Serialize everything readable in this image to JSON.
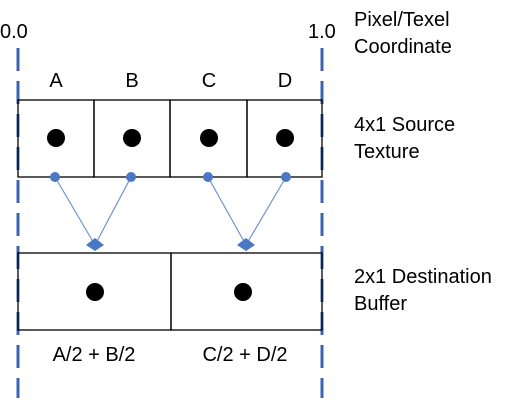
{
  "axis": {
    "left_label": "0.0",
    "right_label": "1.0"
  },
  "side_labels": {
    "coordinate": [
      "Pixel/Texel",
      "Coordinate"
    ],
    "source": [
      "4x1 Source",
      "Texture"
    ],
    "destination": [
      "2x1 Destination",
      "Buffer"
    ]
  },
  "source_texels": [
    "A",
    "B",
    "C",
    "D"
  ],
  "destination_pixels": [
    "A/2 + B/2",
    "C/2 + D/2"
  ],
  "colors": {
    "guide_line": "#3a64b0",
    "sample_point": "#4a78c4",
    "filter_line": "#6f93d0",
    "outline": "#000000",
    "texel_center": "#000000"
  }
}
